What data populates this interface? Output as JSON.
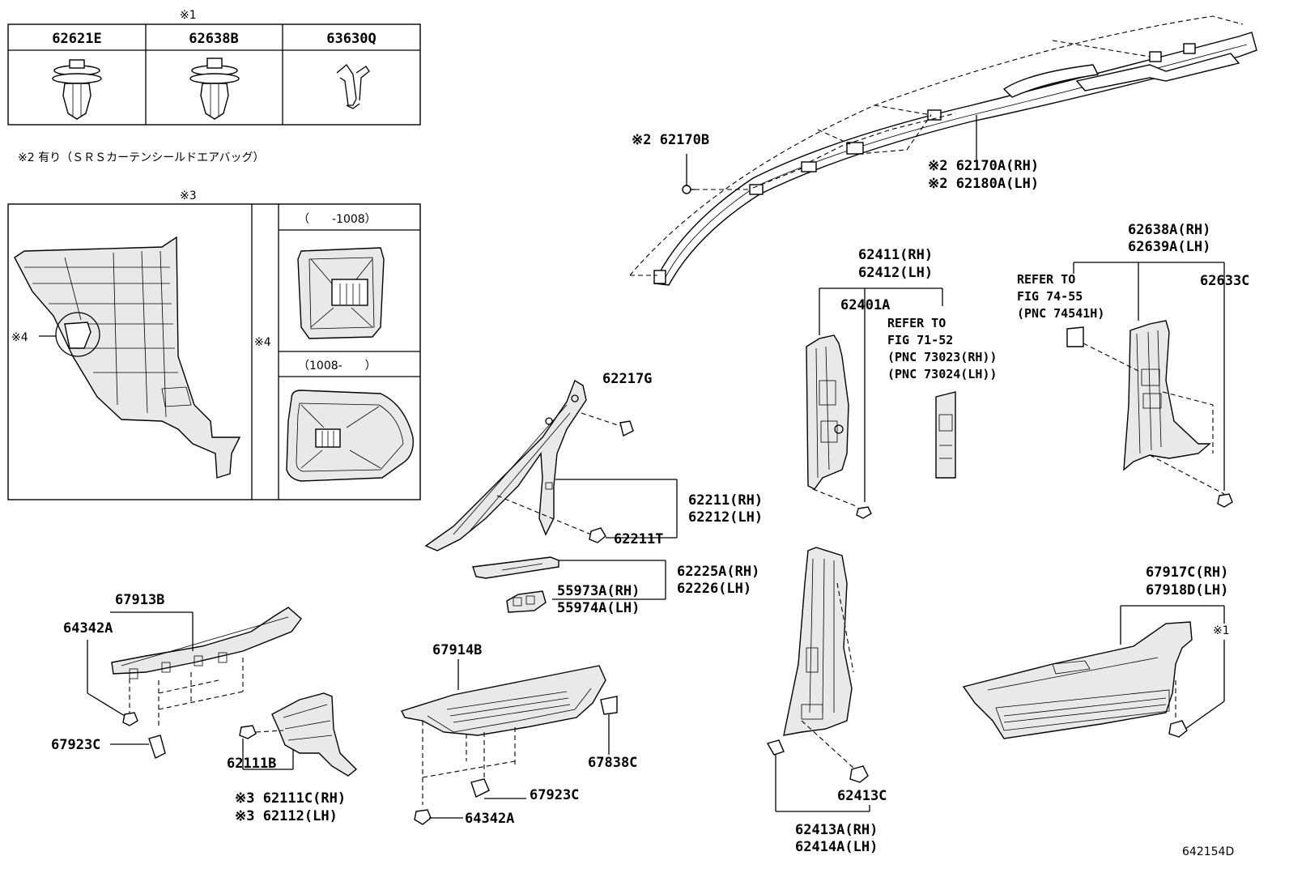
{
  "clip_table": {
    "note_mark": "※1",
    "headers": [
      "62621E",
      "62638B",
      "63630Q"
    ]
  },
  "note2": "※2 有り（ＳＲＳカーテンシールドエアバッグ）",
  "detail": {
    "mark3": "※3",
    "mark4_left": "※4",
    "mark4_mid": "※4",
    "range_top": "（　　-1008）",
    "range_bottom": "（1008-　　）"
  },
  "labels": {
    "p62170B": "※2 62170B",
    "p62170A": "※2 62170A(RH)",
    "p62180A": "※2 62180A(LH)",
    "p62411": "62411(RH)",
    "p62412": "62412(LH)",
    "p62401A": "62401A",
    "ref71_1": "REFER TO",
    "ref71_2": "FIG 71-52",
    "ref71_3": "(PNC 73023(RH))",
    "ref71_4": "(PNC 73024(LH))",
    "p62638A": "62638A(RH)",
    "p62639A": "62639A(LH)",
    "ref74_1": "REFER TO",
    "ref74_2": "FIG 74-55",
    "ref74_3": "(PNC 74541H)",
    "p62633C": "62633C",
    "p62217G": "62217G",
    "p62211": "62211(RH)",
    "p62212": "62212(LH)",
    "p62211T": "62211T",
    "p62225A": "62225A(RH)",
    "p62226": "62226(LH)",
    "p55973A": "55973A(RH)",
    "p55974A": "55974A(LH)",
    "p67913B": "67913B",
    "p64342A_1": "64342A",
    "p67923C_1": "67923C",
    "p62111B": "62111B",
    "p62111C": "※3 62111C(RH)",
    "p62112": "※3 62112(LH)",
    "p67914B": "67914B",
    "p67838C": "67838C",
    "p67923C_2": "67923C",
    "p64342A_2": "64342A",
    "p62413C": "62413C",
    "p62413A": "62413A(RH)",
    "p62414A": "62414A(LH)",
    "p67917C": "67917C(RH)",
    "p67918D": "67918D(LH)",
    "mark1": "※1",
    "catalog_id": "642154D"
  }
}
